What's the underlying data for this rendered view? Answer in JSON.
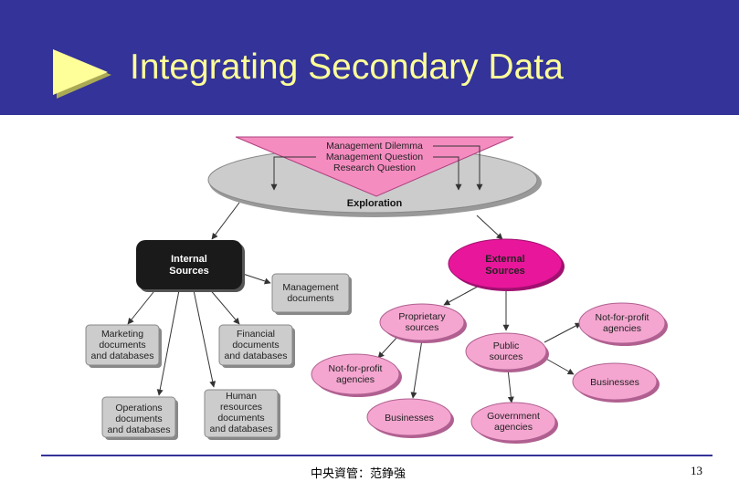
{
  "slide": {
    "title": "Integrating Secondary Data",
    "footer": "中央資管：范錚強",
    "page_number": "13"
  },
  "colors": {
    "header_bg": "#333399",
    "title_text": "#ffff99",
    "funnel_pink": "#f48cc0",
    "exploration_gray": "#cccccc",
    "internal_black": "#1a1a1a",
    "external_magenta": "#e8169a",
    "node_pink": "#f4a6d0",
    "box_gray": "#cccccc"
  },
  "diagram": {
    "funnel": [
      "Management Dilemma",
      "Management Question",
      "Research Question"
    ],
    "exploration": "Exploration",
    "internal": [
      "Internal",
      "Sources"
    ],
    "external": [
      "External",
      "Sources"
    ],
    "management_docs": [
      "Management",
      "documents"
    ],
    "marketing_docs": [
      "Marketing",
      "documents",
      "and databases"
    ],
    "financial_docs": [
      "Financial",
      "documents",
      "and databases"
    ],
    "operations_docs": [
      "Operations",
      "documents",
      "and databases"
    ],
    "hr_docs": [
      "Human",
      "resources",
      "documents",
      "and databases"
    ],
    "proprietary": [
      "Proprietary",
      "sources"
    ],
    "public": [
      "Public",
      "sources"
    ],
    "nfp_left": [
      "Not-for-profit",
      "agencies"
    ],
    "nfp_right": [
      "Not-for-profit",
      "agencies"
    ],
    "businesses_left": "Businesses",
    "businesses_right": "Businesses",
    "government": [
      "Government",
      "agencies"
    ]
  }
}
